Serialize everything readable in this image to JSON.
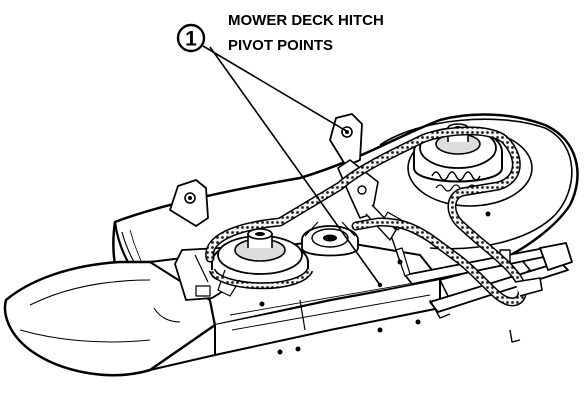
{
  "callout": {
    "number": "1",
    "label_line1": "MOWER DECK HITCH",
    "label_line2": "PIVOT POINTS"
  }
}
